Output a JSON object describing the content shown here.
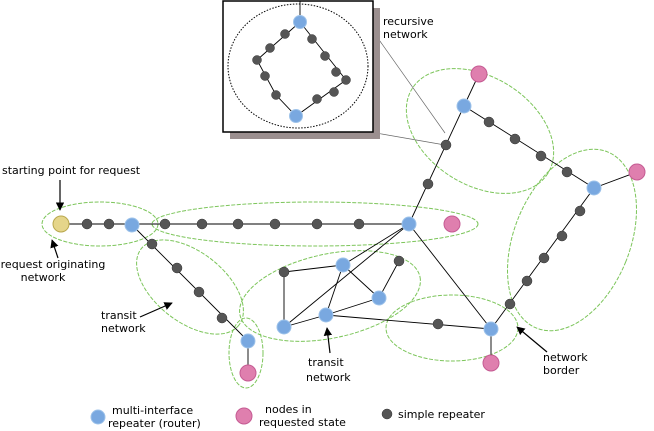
{
  "labels": {
    "starting_point": "starting point for request",
    "request_network_line1": "request originating",
    "request_network_line2": "network",
    "transit_left_line1": "transit",
    "transit_left_line2": "network",
    "transit_center_line1": "transit",
    "transit_center_line2": "network",
    "recursive_line1": "recursive",
    "recursive_line2": "network",
    "network_border_line1": "network",
    "network_border_line2": "border"
  },
  "legend": {
    "router": {
      "line1": "multi-interface",
      "line2": "repeater (router)",
      "color": "#79a8e0"
    },
    "requested": {
      "line1": "nodes in",
      "line2": "requested state",
      "color": "#df7fae"
    },
    "repeater": {
      "line1": "simple repeater",
      "color": "#555555"
    }
  },
  "colors": {
    "router": "#79a8e0",
    "requested": "#df7fae",
    "repeater": "#555555",
    "start": "#e5d58a",
    "region_stroke": "#7cc55a",
    "shadow": "#9b8f8f"
  }
}
